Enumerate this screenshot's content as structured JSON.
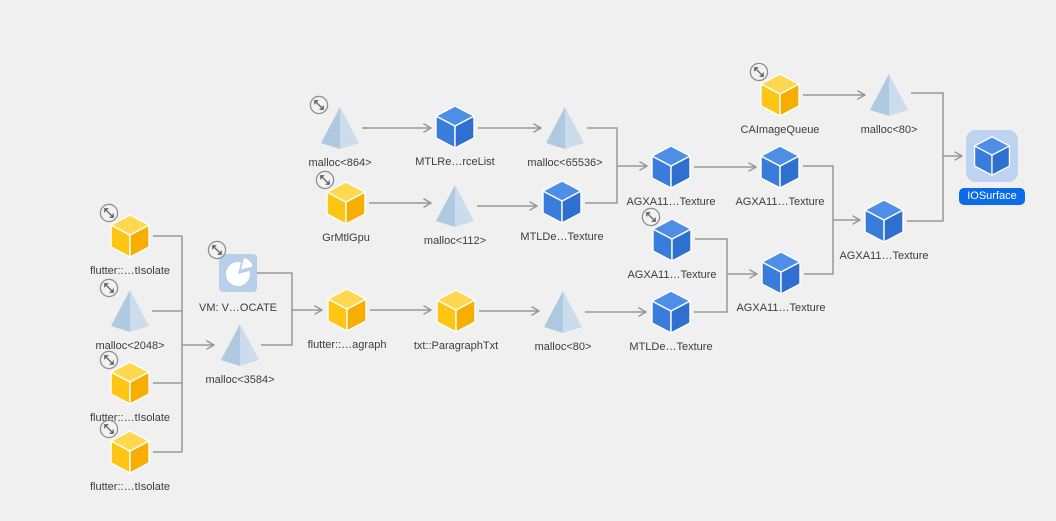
{
  "app_context": "memory-graph-canvas",
  "colors": {
    "background": "#f0f0f0",
    "edge_line": "#979797",
    "label_text": "#3c3c3c",
    "yellow_cube": {
      "top": "#ffd84f",
      "left": "#ffc513",
      "right": "#f8ae01"
    },
    "blue_cube": {
      "top": "#4d8ee6",
      "left": "#3a7cdb",
      "right": "#2f6fd0"
    },
    "pyramid": {
      "left": "#aec9e0",
      "right": "#cbdcec"
    },
    "vm_region_tile": "#b7cfe9",
    "selected_highlight": "#bdd3f1",
    "selected_pill": "#0c6be6"
  },
  "badge_icon": "expand-collapse-arrows",
  "selected_node": "IOSurface",
  "nodes": [
    {
      "id": "flutter-isolate-1",
      "label": "flutter::…tIsolate",
      "shape": "yellow-cube-icon",
      "badge": true
    },
    {
      "id": "malloc-2048",
      "label": "malloc<2048>",
      "shape": "pyramid-icon",
      "badge": true
    },
    {
      "id": "flutter-isolate-2",
      "label": "flutter::…tIsolate",
      "shape": "yellow-cube-icon",
      "badge": true
    },
    {
      "id": "flutter-isolate-3",
      "label": "flutter::…tIsolate",
      "shape": "yellow-cube-icon",
      "badge": true
    },
    {
      "id": "vm-allocate",
      "label": "VM: V…OCATE",
      "shape": "vm-region-icon",
      "badge": true
    },
    {
      "id": "malloc-3584",
      "label": "malloc<3584>",
      "shape": "pyramid-icon",
      "badge": false
    },
    {
      "id": "flutter-paragraph",
      "label": "flutter::…agraph",
      "shape": "yellow-cube-icon",
      "badge": false
    },
    {
      "id": "txt-paragraphtxt",
      "label": "txt::ParagraphTxt",
      "shape": "yellow-cube-icon",
      "badge": false
    },
    {
      "id": "malloc-80-bottom",
      "label": "malloc<80>",
      "shape": "pyramid-icon",
      "badge": false
    },
    {
      "id": "mtldebug-texture-bottom",
      "label": "MTLDe…Texture",
      "shape": "blue-cube-icon",
      "badge": false
    },
    {
      "id": "malloc-864",
      "label": "malloc<864>",
      "shape": "pyramid-icon",
      "badge": true
    },
    {
      "id": "mtlresourcelist",
      "label": "MTLRe…rceList",
      "shape": "blue-cube-icon",
      "badge": false
    },
    {
      "id": "malloc-65536",
      "label": "malloc<65536>",
      "shape": "pyramid-icon",
      "badge": false
    },
    {
      "id": "grmtlgpu",
      "label": "GrMtlGpu",
      "shape": "yellow-cube-icon",
      "badge": true
    },
    {
      "id": "malloc-112",
      "label": "malloc<112>",
      "shape": "pyramid-icon",
      "badge": false
    },
    {
      "id": "mtldebug-texture-2",
      "label": "MTLDe…Texture",
      "shape": "blue-cube-icon",
      "badge": false
    },
    {
      "id": "caimagequeue",
      "label": "CAImageQueue",
      "shape": "yellow-cube-icon",
      "badge": true
    },
    {
      "id": "malloc-80-top",
      "label": "malloc<80>",
      "shape": "pyramid-icon",
      "badge": false
    },
    {
      "id": "agx-texture-1",
      "label": "AGXA11…Texture",
      "shape": "blue-cube-icon",
      "badge": false
    },
    {
      "id": "agx-texture-2",
      "label": "AGXA11…Texture",
      "shape": "blue-cube-icon",
      "badge": false
    },
    {
      "id": "agx-texture-3",
      "label": "AGXA11…Texture",
      "shape": "blue-cube-icon",
      "badge": true
    },
    {
      "id": "agx-texture-4",
      "label": "AGXA11…Texture",
      "shape": "blue-cube-icon",
      "badge": false
    },
    {
      "id": "agx-texture-5",
      "label": "AGXA11…Texture",
      "shape": "blue-cube-icon",
      "badge": false
    },
    {
      "id": "iosurface",
      "label": "IOSurface",
      "shape": "blue-cube-icon",
      "badge": false,
      "selected": true
    }
  ]
}
